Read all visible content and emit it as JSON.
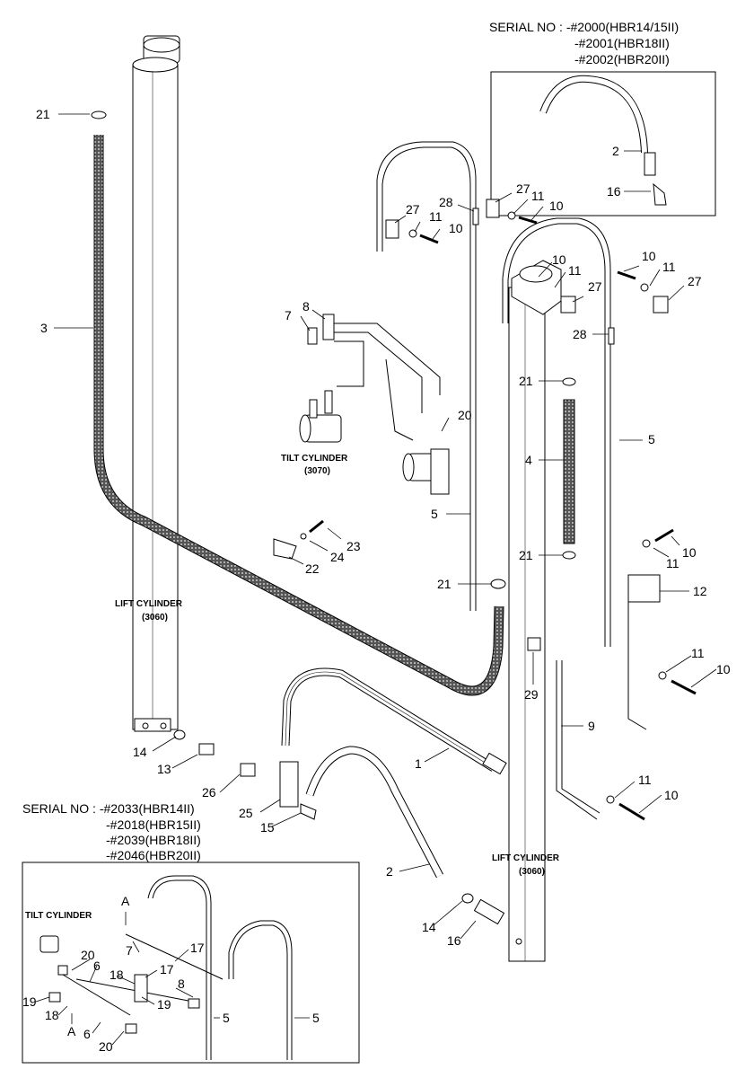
{
  "serial_top": {
    "line1": "SERIAL NO : -#2000(HBR14/15II)",
    "line2": "-#2001(HBR18II)",
    "line3": "-#2002(HBR20II)"
  },
  "serial_bottom": {
    "line1": "SERIAL NO : -#2033(HBR14II)",
    "line2": "-#2018(HBR15II)",
    "line3": "-#2039(HBR18II)",
    "line4": "-#2046(HBR20II)"
  },
  "captions": {
    "tilt_cylinder": "TILT CYLINDER",
    "tilt_cylinder_code": "(3070)",
    "lift_cylinder_left": "LIFT CYLINDER",
    "lift_cylinder_left_code": "(3060)",
    "lift_cylinder_right": "LIFT CYLINDER",
    "lift_cylinder_right_code": "(3060)",
    "inset_tilt_cylinder": "TILT CYLINDER",
    "detail_a_top": "A",
    "detail_a_bottom": "A"
  },
  "callouts": {
    "p21_top": "21",
    "p3": "3",
    "p2_inset": "2",
    "p16_inset": "16",
    "p28_left": "28",
    "p27_a": "27",
    "p11_a": "11",
    "p10_a": "10",
    "p27_b": "27",
    "p11_b": "11",
    "p10_b": "10",
    "p10_c": "10",
    "p11_c": "11",
    "p27_c": "27",
    "p10_d": "10",
    "p11_d": "11",
    "p27_d": "27",
    "p28_right": "28",
    "p7": "7",
    "p8": "8",
    "p20": "20",
    "p21_mid": "21",
    "p4": "4",
    "p5_right": "5",
    "p21_low": "21",
    "p5_mid": "5",
    "p23": "23",
    "p24": "24",
    "p22": "22",
    "p10_e": "10",
    "p11_e": "11",
    "p12": "12",
    "p21_left_low": "21",
    "p29": "29",
    "p11_f": "11",
    "p10_f": "10",
    "p9": "9",
    "p1": "1",
    "p14_a": "14",
    "p13": "13",
    "p26": "26",
    "p25": "25",
    "p15": "15",
    "p11_g": "11",
    "p10_g": "10",
    "p2_main": "2",
    "p14_b": "14",
    "p16_main": "16",
    "i_p20": "20",
    "i_p6_top": "6",
    "i_p7": "7",
    "i_p17_a": "17",
    "i_p17_b": "17",
    "i_p18_right": "18",
    "i_p8": "8",
    "i_p19_right": "19",
    "i_p19_left": "19",
    "i_p18_left": "18",
    "i_p6_bottom": "6",
    "i_p20_bottom": "20",
    "i_p5_a": "5",
    "i_p5_b": "5"
  }
}
